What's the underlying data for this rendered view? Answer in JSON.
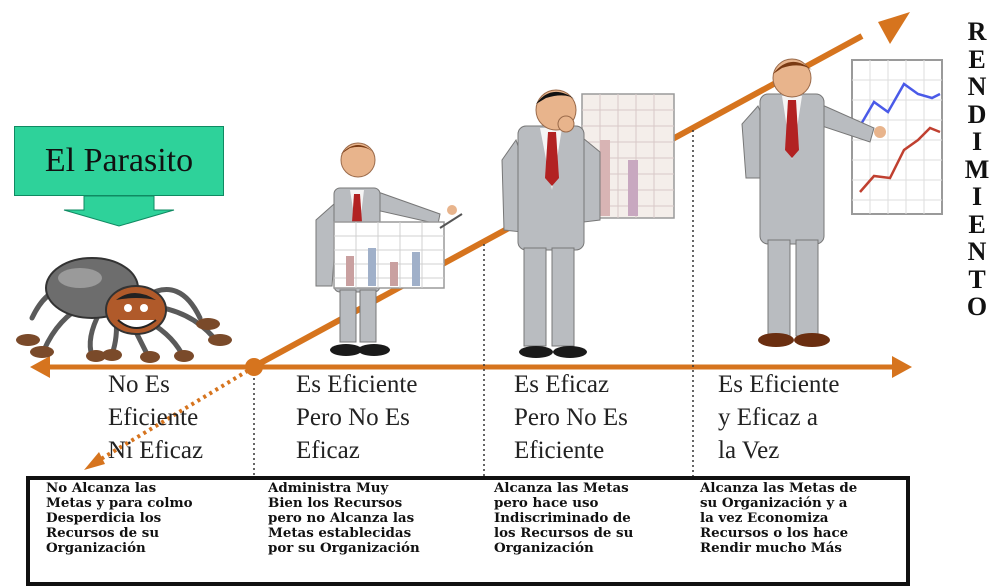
{
  "callout": {
    "label": "El Parasito"
  },
  "vertical_label": {
    "letters": [
      "R",
      "E",
      "N",
      "D",
      "I",
      "M",
      "I",
      "E",
      "N",
      "T",
      "O"
    ]
  },
  "categories": [
    {
      "lines": [
        "No Es",
        "Eficiente",
        "Ni Eficaz"
      ]
    },
    {
      "lines": [
        "Es Eficiente",
        "Pero No Es",
        "Eficaz"
      ]
    },
    {
      "lines": [
        "Es Eficaz",
        "Pero No Es",
        "Eficiente"
      ]
    },
    {
      "lines": [
        "Es Eficiente",
        "y Eficaz a",
        "la Vez"
      ]
    }
  ],
  "descriptions": [
    {
      "lines": [
        "No Alcanza las",
        "Metas y para colmo",
        "Desperdicia los",
        "Recursos de su",
        "Organización"
      ]
    },
    {
      "lines": [
        "Administra Muy",
        "Bien los Recursos",
        "pero no Alcanza las",
        "Metas establecidas",
        "por su Organización"
      ]
    },
    {
      "lines": [
        "Alcanza las Metas",
        "pero hace uso",
        "Indiscriminado de",
        "los Recursos de su",
        "Organización"
      ]
    },
    {
      "lines": [
        "Alcanza las Metas de",
        "su Organización y a",
        "la vez Economiza",
        "Recursos o los hace",
        "Rendir mucho Más"
      ]
    }
  ],
  "colors": {
    "arrow": "#d6741e",
    "callout_fill": "#2ed29a",
    "suit": "#b9bcc0",
    "tie": "#b22222"
  }
}
